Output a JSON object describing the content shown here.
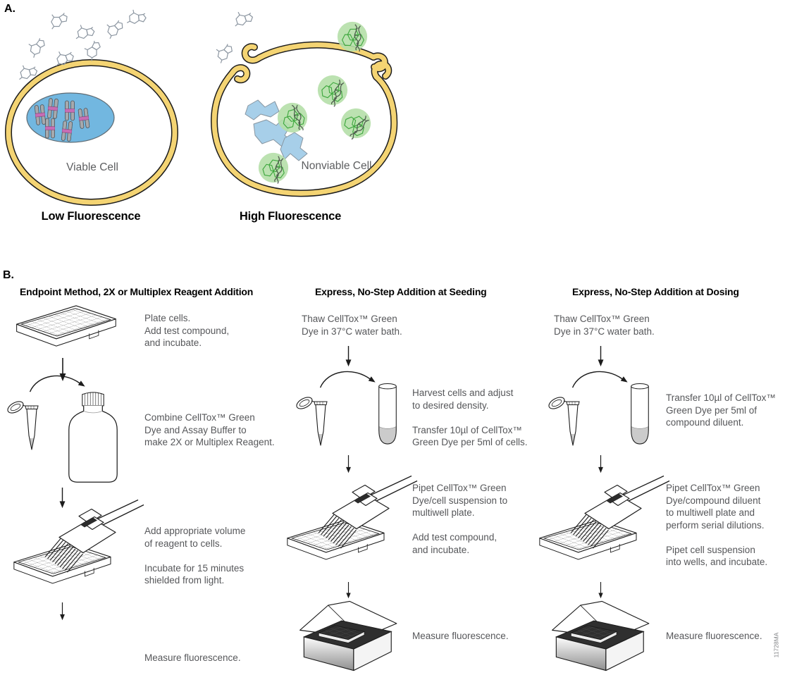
{
  "panel_a": {
    "label": "A.",
    "viable_cell_label": "Viable Cell",
    "viable_caption": "Low Fluorescence",
    "nonviable_cell_label": "Nonviable Cell",
    "nonviable_caption": "High Fluorescence"
  },
  "panel_b": {
    "label": "B.",
    "columns": [
      {
        "title": "Endpoint Method, 2X or Multiplex Reagent Addition",
        "steps": [
          "Plate cells.\nAdd test compound,\nand incubate.",
          "Combine CellTox™ Green\nDye and Assay Buffer to\nmake 2X or Multiplex Reagent.",
          "Add appropriate volume\nof reagent to cells.\n\nIncubate for 15 minutes\nshielded from light.",
          "Measure fluorescence."
        ]
      },
      {
        "title": "Express, No-Step Addition at Seeding",
        "steps": [
          "Thaw CellTox™ Green\nDye in 37°C water bath.",
          "Harvest cells and adjust\nto desired density.\n\nTransfer 10µl of CellTox™\nGreen Dye per 5ml of cells.",
          "Pipet CellTox™ Green\nDye/cell suspension to\nmultiwell plate.\n\nAdd test compound,\nand incubate.",
          "Measure fluorescence."
        ]
      },
      {
        "title": "Express, No-Step Addition at Dosing",
        "steps": [
          "Thaw CellTox™ Green\nDye in 37°C water bath.",
          "Transfer 10µl of CellTox™\nGreen Dye per 5ml of\ncompound diluent.",
          "Pipet CellTox™ Green\nDye/compound diluent\nto multiwell plate and\nperform serial dilutions.\n\nPipet cell suspension\ninto wells, and incubate.",
          "Measure fluorescence."
        ]
      }
    ]
  },
  "figure_number": "11728MA",
  "colors": {
    "membrane_yellow": "#f4d473",
    "nucleus_blue": "#72b7e0",
    "dye_complex_green": "#b5dfa8",
    "dye_mesh_green": "#3fa83f",
    "body_text_gray": "#56575a"
  }
}
